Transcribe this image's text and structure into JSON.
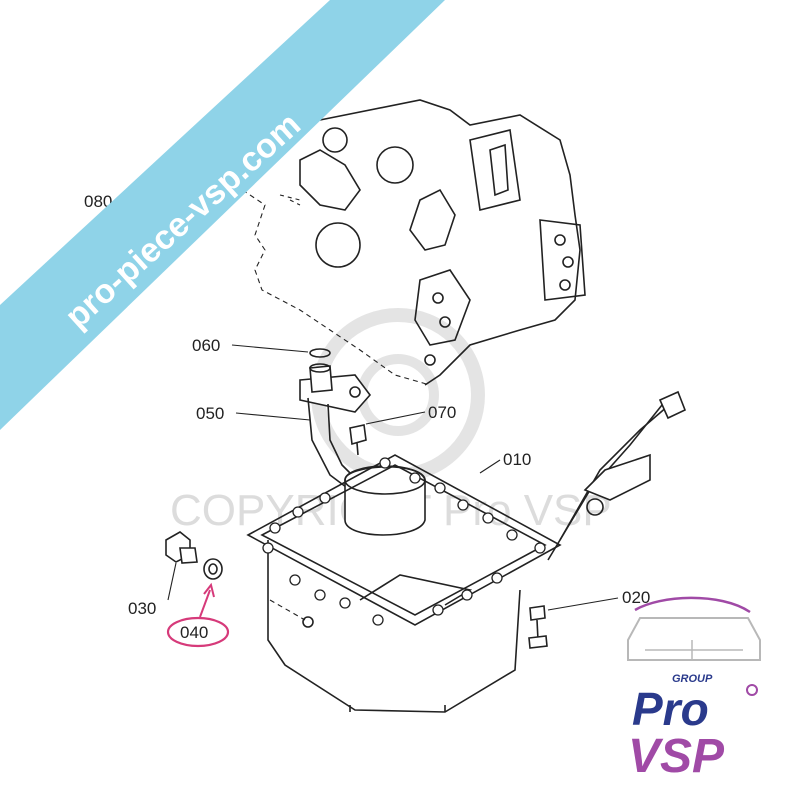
{
  "diagram": {
    "parts": [
      {
        "id": "p080",
        "label": "080"
      },
      {
        "id": "p060",
        "label": "060"
      },
      {
        "id": "p050",
        "label": "050"
      },
      {
        "id": "p070",
        "label": "070"
      },
      {
        "id": "p010",
        "label": "010"
      },
      {
        "id": "p030",
        "label": "030"
      },
      {
        "id": "p040",
        "label": "040",
        "highlighted": true
      },
      {
        "id": "p020",
        "label": "020"
      }
    ],
    "highlight_color": "#d63a7a"
  },
  "watermark": {
    "copyright_text": "COPYRIGHT Pro VSP"
  },
  "banner": {
    "text": "pro-piece-vsp.com",
    "color": "#8fd3e8"
  },
  "logo": {
    "group_text": "GROUP",
    "brand_line1": "Pro",
    "brand_line2": "VSP",
    "primary_color": "#2a3a8c",
    "secondary_color": "#a04aa6"
  }
}
